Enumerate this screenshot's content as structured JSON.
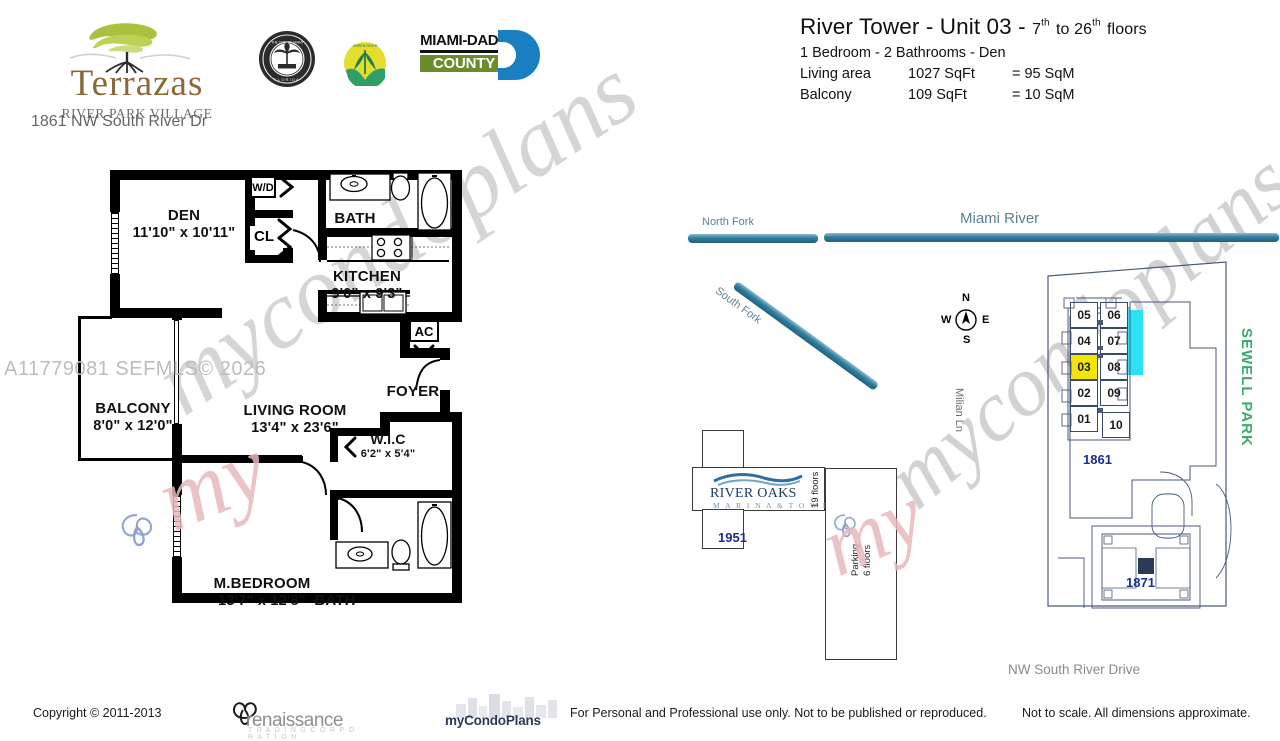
{
  "header": {
    "brand": {
      "name": "Terrazas",
      "tagline": "RIVER PARK VILLAGE",
      "address": "1861 NW South River Dr",
      "logo_icon": "terrazas-tree-logo"
    },
    "seals": [
      {
        "icon": "city-of-miami-seal",
        "text": "THE CITY OF MIAMI FLORIDA"
      },
      {
        "icon": "green-river-seal",
        "text": "GREEN RIVER"
      }
    ],
    "miami_dade": {
      "line1": "MIAMI-DADE",
      "line2": "COUNTY",
      "icon": "miami-dade-county-logo"
    }
  },
  "title_block": {
    "building": "River Tower",
    "unit": "Unit 03",
    "floors_prefix": "7",
    "floors_sup1": "th",
    "floors_mid": "to 26",
    "floors_sup2": "th",
    "floors_suffix": "floors",
    "separator": "-",
    "config": "1   Bedroom   -  2 Bathrooms   -  Den",
    "rows": [
      {
        "label": "Living area",
        "sqft": "1027 SqFt",
        "sqm": "=  95 SqM"
      },
      {
        "label": "Balcony",
        "sqft": "109 SqFt",
        "sqm": "=  10 SqM"
      }
    ]
  },
  "floorplan": {
    "rooms": [
      {
        "name": "DEN",
        "dim": "11'10\" x 10'11\""
      },
      {
        "name": "BATH",
        "dim": ""
      },
      {
        "name": "KITCHEN",
        "dim": "9'0\" x 9'3\""
      },
      {
        "name": "FOYER",
        "dim": ""
      },
      {
        "name": "BALCONY",
        "dim": "8'0\" x 12'0\""
      },
      {
        "name": "LIVING ROOM",
        "dim": "13'4\" x 23'6\""
      },
      {
        "name": "W.I.C",
        "dim": "6'2\" x 5'4\""
      },
      {
        "name": "M.BEDROOM",
        "dim": "13'7\" x 12'8\""
      },
      {
        "name": "BATH",
        "dim": ""
      }
    ],
    "closets": [
      {
        "label": "W/D",
        "icon": "washer-dryer-closet"
      },
      {
        "label": "CL",
        "icon": "linen-closet"
      },
      {
        "label": "AC",
        "icon": "air-handler-closet"
      }
    ],
    "fixtures": [
      "sink-icon",
      "toilet-icon",
      "bathtub-icon",
      "stove-icon",
      "kitchen-sink-icon",
      "counter-icon",
      "door-swing-icon",
      "sliding-door-icon"
    ]
  },
  "watermarks": {
    "mls": "A11779081  SEFMLS© 2026",
    "plan_script": "mycondoplans",
    "map_script": "mycondoplans",
    "my_script": "my",
    "trinity_icon": "trinity-knot-icon"
  },
  "sitemap": {
    "rivers": [
      {
        "label": "North Fork",
        "orientation": "horizontal"
      },
      {
        "label": "South Fork",
        "orientation": "diagonal"
      },
      {
        "label": "Miami River",
        "orientation": "horizontal"
      }
    ],
    "compass": {
      "n": "N",
      "e": "E",
      "s": "S",
      "w": "W",
      "icon": "compass-rose-icon"
    },
    "river_oaks": {
      "name": "RIVER OAKS",
      "sub": "M A R I N A   &   T O W E R",
      "number": "1951",
      "floors": "19 floors",
      "parking": "Parking\n6 floors",
      "parking_line1": "Parking",
      "parking_line2": "6 floors",
      "wave_icon": "river-oaks-wave-logo"
    },
    "streets": [
      {
        "label": "Milian Ln",
        "orientation": "vertical"
      },
      {
        "label": "NW South River Drive",
        "orientation": "horizontal"
      }
    ],
    "park": {
      "label": "SEWELL PARK",
      "color": "#3aab6e"
    },
    "building_1861": {
      "number": "1861",
      "units": [
        "05",
        "06",
        "04",
        "07",
        "03",
        "08",
        "02",
        "09",
        "01",
        "10"
      ],
      "highlighted_unit": "03",
      "highlight_color": "#f5e500"
    },
    "building_1871": {
      "number": "1871"
    },
    "pool": {
      "icon": "pool-rectangle",
      "color": "#2ee2f5"
    }
  },
  "footer": {
    "copyright": "Copyright © 2011-2013",
    "renaissance": {
      "name": "renaissance",
      "sub": "T R A D I N G   C O R P O R A T I O N",
      "icon": "butterfly-icon"
    },
    "mycondoplans": {
      "name": "myCondoPlans",
      "icon": "skyline-icon"
    },
    "note_use": "For Personal and Professional use only.  Not to be published or reproduced.",
    "note_scale": "Not to scale.  All dimensions approximate."
  }
}
